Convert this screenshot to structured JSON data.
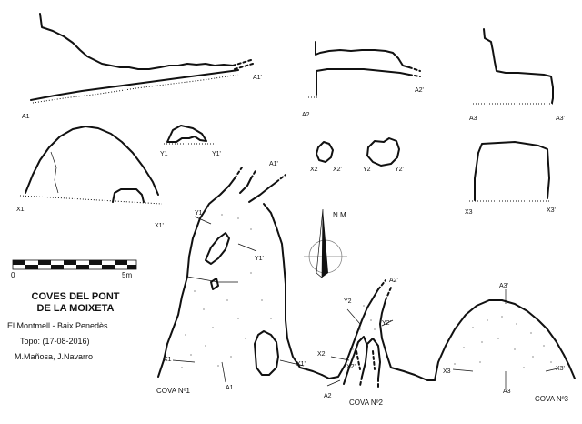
{
  "title": {
    "line1": "COVES DEL PONT",
    "line2": "DE LA MOIXETA",
    "location": "El Montmell - Baix Penedès",
    "survey": "Topo: (17-08-2016)",
    "authors": "M.Mañosa, J.Navarro"
  },
  "scale_bar": {
    "start_label": "0",
    "end_label": "5m"
  },
  "north_label": "N.M.",
  "caves": [
    "COVA Nº1",
    "COVA Nº2",
    "COVA Nº3"
  ],
  "section_labels": {
    "a1": "A1",
    "a1p": "A1'",
    "a2": "A2",
    "a2p": "A2'",
    "a3": "A3",
    "a3p": "A3'",
    "y1": "Y1",
    "y1p": "Y1'",
    "x2": "X2",
    "x2p": "X2'",
    "y2": "Y2",
    "y2p": "Y2'",
    "x1": "X1",
    "x1p": "X1'",
    "x3": "X3",
    "x3p": "X3'"
  },
  "plan_labels": {
    "a1p": "A1'",
    "y1": "Y1",
    "y1p": "Y1'",
    "x1": "X1",
    "a1": "A1",
    "x1p": "X1'",
    "a2p": "A2'",
    "y2": "Y2",
    "y2p": "Y2'",
    "x2": "X2",
    "x2p": "X2'",
    "a2": "A2",
    "a3p": "A3'",
    "x3": "X3",
    "x3p": "X3'",
    "a3": "A3"
  }
}
